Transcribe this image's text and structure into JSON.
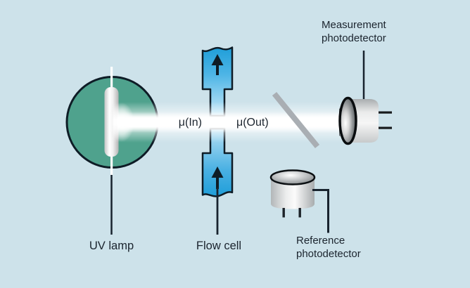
{
  "labels": {
    "uv_lamp": "UV lamp",
    "flow_cell": "Flow cell",
    "measurement_photodetector": [
      "Measurement",
      "photodetector"
    ],
    "reference_photodetector": [
      "Reference",
      "photodetector"
    ],
    "mu_in": "μ(In)",
    "mu_out": "μ(Out)"
  },
  "colors": {
    "background": "#cde2ea",
    "lamp_circle_green": "#4fa28d",
    "flow_cell_blue": "#2ea8e0",
    "beam_white": "#ffffff",
    "splitter_gray": "#a9aeb3",
    "outline_dark": "#0e1c26",
    "line_dark": "#18232e",
    "text_dark": "#1b242e",
    "detector_gray_light": "#ececec"
  }
}
